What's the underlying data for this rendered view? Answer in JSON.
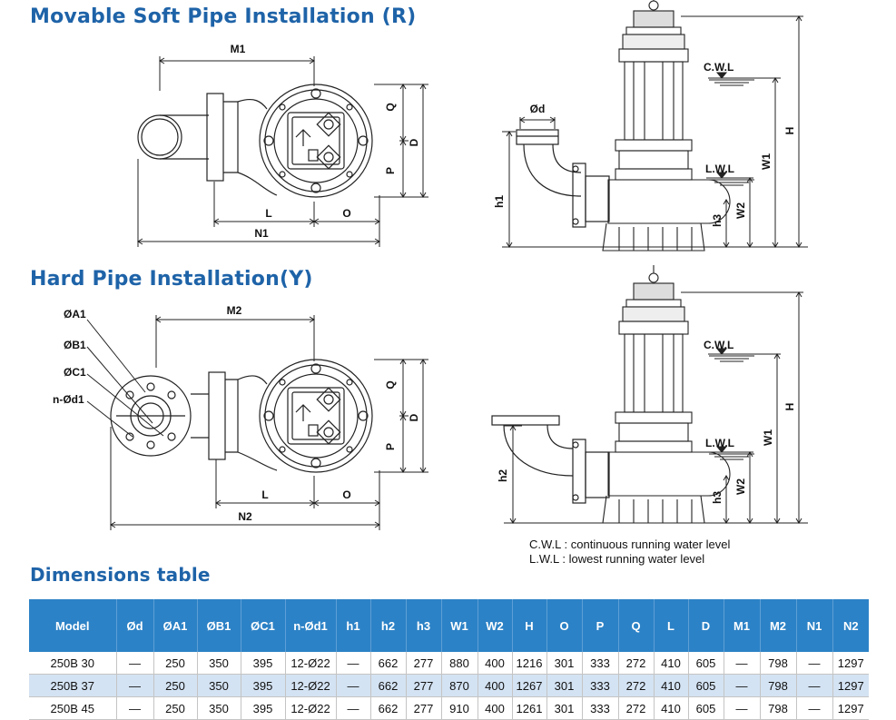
{
  "headings": {
    "soft_pipe": "Movable Soft Pipe Installation (R)",
    "hard_pipe": "Hard Pipe Installation(Y)",
    "table": "Dimensions table"
  },
  "colors": {
    "heading": "#1e63a8",
    "table_header": "#2c82c6",
    "row_alt": "#d4e3f3"
  },
  "soft_plan": {
    "m1": "M1",
    "n1": "N1",
    "l": "L",
    "o": "O",
    "q": "Q",
    "p": "P",
    "d": "D"
  },
  "soft_side": {
    "od": "Ød",
    "cwl": "C.W.L",
    "lwl": "L.W.L",
    "h1": "h1",
    "h3": "h3",
    "w2": "W2",
    "w1": "W1",
    "h": "H"
  },
  "hard_plan": {
    "a1": "ØA1",
    "b1": "ØB1",
    "c1": "ØC1",
    "nd1": "n-Ød1",
    "m2": "M2",
    "n2": "N2",
    "l": "L",
    "o": "O",
    "q": "Q",
    "p": "P",
    "d": "D"
  },
  "hard_side": {
    "cwl": "C.W.L",
    "lwl": "L.W.L",
    "h2": "h2",
    "h3": "h3",
    "w2": "W2",
    "w1": "W1",
    "h": "H"
  },
  "legend": {
    "cwl": "C.W.L : continuous running water level",
    "lwl": "L.W.L :  lowest running water level"
  },
  "table": {
    "columns": [
      "Model",
      "Ød",
      "ØA1",
      "ØB1",
      "ØC1",
      "n-Ød1",
      "h1",
      "h2",
      "h3",
      "W1",
      "W2",
      "H",
      "O",
      "P",
      "Q",
      "L",
      "D",
      "M1",
      "M2",
      "N1",
      "N2"
    ],
    "rows": [
      [
        "250B  30",
        "—",
        "250",
        "350",
        "395",
        "12-Ø22",
        "—",
        "662",
        "277",
        "880",
        "400",
        "1216",
        "301",
        "333",
        "272",
        "410",
        "605",
        "—",
        "798",
        "—",
        "1297"
      ],
      [
        "250B  37",
        "—",
        "250",
        "350",
        "395",
        "12-Ø22",
        "—",
        "662",
        "277",
        "870",
        "400",
        "1267",
        "301",
        "333",
        "272",
        "410",
        "605",
        "—",
        "798",
        "—",
        "1297"
      ],
      [
        "250B  45",
        "—",
        "250",
        "350",
        "395",
        "12-Ø22",
        "—",
        "662",
        "277",
        "910",
        "400",
        "1261",
        "301",
        "333",
        "272",
        "410",
        "605",
        "—",
        "798",
        "—",
        "1297"
      ]
    ]
  }
}
